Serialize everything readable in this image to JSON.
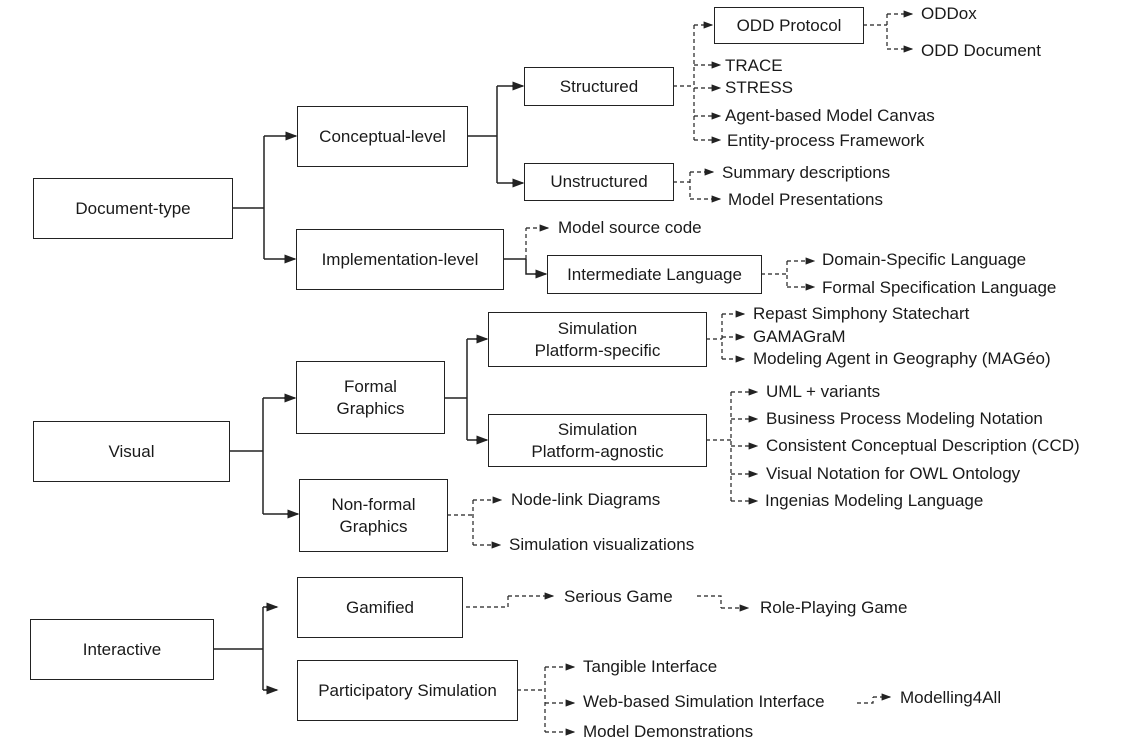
{
  "diagram": {
    "categories": {
      "document_type": {
        "label": "Document-type",
        "conceptual": {
          "label": "Conceptual-level",
          "structured": {
            "label": "Structured",
            "odd_protocol": {
              "label": "ODD Protocol",
              "children": [
                "ODDox",
                "ODD Document"
              ]
            },
            "children": [
              "TRACE",
              "STRESS",
              "Agent-based Model Canvas",
              "Entity-process Framework"
            ]
          },
          "unstructured": {
            "label": "Unstructured",
            "children": [
              "Summary descriptions",
              "Model Presentations"
            ]
          }
        },
        "implementation": {
          "label": "Implementation-level",
          "source_code": "Model source code",
          "intermediate": {
            "label": "Intermediate Language",
            "children": [
              "Domain-Specific Language",
              "Formal Specification Language"
            ]
          }
        }
      },
      "visual": {
        "label": "Visual",
        "formal": {
          "label": "Formal\nGraphics",
          "platform_specific": {
            "label": "Simulation\nPlatform-specific",
            "children": [
              "Repast Simphony Statechart",
              "GAMAGraM",
              "Modeling Agent in Geography (MAGéo)"
            ]
          },
          "platform_agnostic": {
            "label": "Simulation\nPlatform-agnostic",
            "children": [
              "UML + variants",
              "Business Process Modeling Notation",
              "Consistent Conceptual Description (CCD)",
              "Visual Notation for OWL Ontology",
              "Ingenias Modeling Language"
            ]
          }
        },
        "nonformal": {
          "label": "Non-formal\nGraphics",
          "children": [
            "Node-link Diagrams",
            "Simulation visualizations"
          ]
        }
      },
      "interactive": {
        "label": "Interactive",
        "gamified": {
          "label": "Gamified",
          "serious_game": "Serious Game",
          "role_playing": "Role-Playing Game"
        },
        "participatory": {
          "label": "Participatory Simulation",
          "children": [
            "Tangible Interface",
            "Web-based Simulation Interface",
            "Model Demonstrations"
          ],
          "web_child": "Modelling4All"
        }
      }
    },
    "colors": {
      "line": "#222222",
      "text": "#1a1a1a",
      "background": "#ffffff"
    }
  }
}
